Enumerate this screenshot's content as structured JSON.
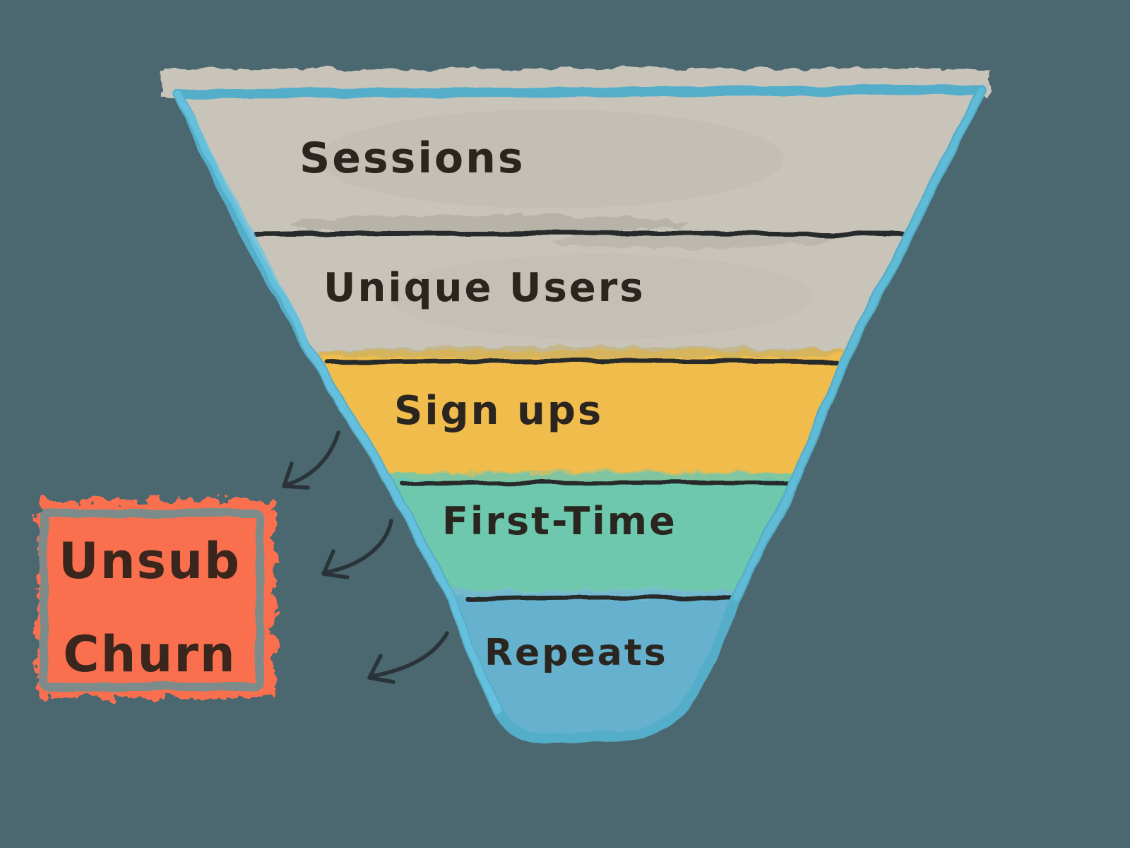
{
  "background_color": "#4b6770",
  "funnel": {
    "stages": [
      {
        "label": "Sessions",
        "fill": "#c9c4ba"
      },
      {
        "label": "Unique Users",
        "fill": "#c9c4ba"
      },
      {
        "label": "Sign ups",
        "fill": "#f0bd4d"
      },
      {
        "label": "First-Time",
        "fill": "#6dc8ad"
      },
      {
        "label": "Repeats",
        "fill": "#66b2ce"
      }
    ],
    "paper_color": "#c9c4ba",
    "border_color": "#54aec9",
    "edge_highlight_color": "#6ac7e3",
    "separator_color": "#272b29",
    "label_color": "#2b2520"
  },
  "side_box": {
    "cells": [
      {
        "label": "Unsub"
      },
      {
        "label": "Churn"
      }
    ],
    "fill": "#fa7050",
    "border_color": "#7d8c8a",
    "label_color": "#3a261c"
  },
  "arrows": {
    "color": "#2a3438",
    "count": 3
  }
}
